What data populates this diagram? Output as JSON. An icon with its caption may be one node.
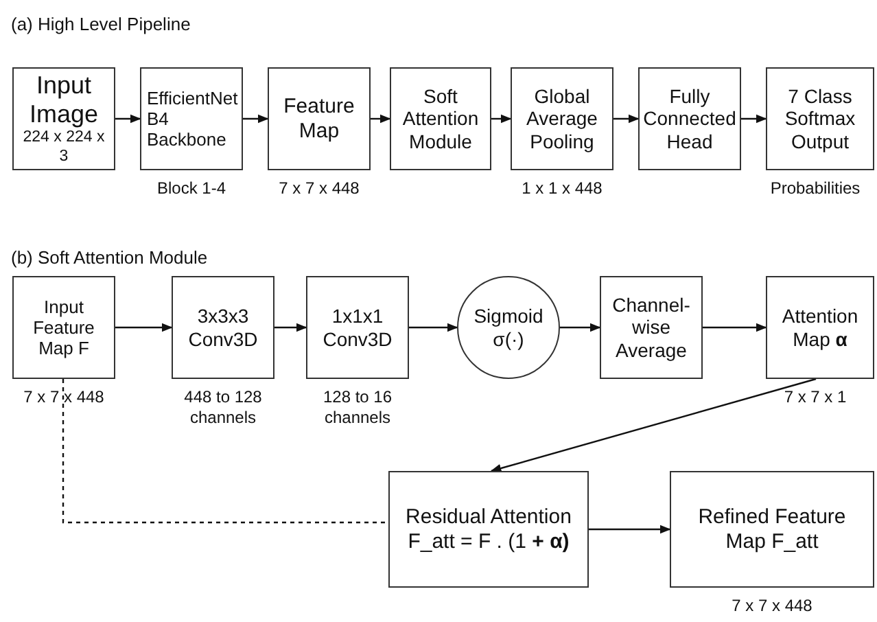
{
  "diagram": {
    "nodes": [
      {
        "text": [
          "Input Image",
          "224 x 224 x 3"
        ]
      },
      {
        "text": [
          "EfficientNet B4 Backbone"
        ],
        "beside": [
          "Block 1-4"
        ]
      },
      {
        "text": [
          "Feature Map"
        ],
        "beside": [
          "7 x 7 x 448"
        ]
      },
      {
        "text": [
          "Soft Attention Module"
        ]
      },
      {
        "text": [
          "Global Average Pooling"
        ],
        "beside": [
          "1 x 1 x 448"
        ]
      },
      {
        "text": [
          "Fully Connected Head"
        ]
      },
      {
        "text": [
          "7 Class Softmax Output"
        ],
        "beside": [
          "Probabilities"
        ]
      },
      {
        "text": [
          "Input Feature Map F"
        ],
        "beside": [
          "7 x 7 x 448"
        ]
      },
      {
        "text": [
          "3x3x3 Conv3D"
        ],
        "beside": [
          "448 to 128 channels"
        ]
      },
      {
        "text": [
          "1x1x1 Conv3D"
        ],
        "beside": [
          "128 to 16 channels"
        ]
      },
      {
        "text": [
          "Sigmoid σ(·)"
        ]
      },
      {
        "text": [
          "Channel-wise Average"
        ]
      },
      {
        "text": [
          "Attention Map **α**"
        ],
        "beside": [
          "7 x 7 x 1"
        ]
      },
      {
        "text": [
          "Residual Attention",
          "F_att = F . (1 **+ α)**"
        ]
      },
      {
        "text": [
          "Refined Feature Map F_att"
        ],
        "beside": [
          "7 x 7 x 448"
        ]
      }
    ],
    "edges": [
      {
        "from": 0,
        "to": 1,
        "arrow": "to"
      },
      {
        "from": 1,
        "to": 2,
        "arrow": "to"
      },
      {
        "from": 2,
        "to": 3,
        "arrow": "to"
      },
      {
        "from": 3,
        "to": 4,
        "arrow": "to"
      },
      {
        "from": 4,
        "to": 5,
        "arrow": "to"
      },
      {
        "from": 5,
        "to": 6,
        "arrow": "to"
      },
      {
        "from": 7,
        "to": 8,
        "arrow": "to"
      },
      {
        "from": 8,
        "to": 9,
        "arrow": "to"
      },
      {
        "from": 9,
        "to": 10,
        "arrow": "to"
      },
      {
        "from": 10,
        "to": 11,
        "arrow": "to"
      },
      {
        "from": 11,
        "to": 12,
        "arrow": "to"
      },
      {
        "from": 12,
        "to": 13,
        "arrow": "to"
      },
      {
        "from": 7,
        "to": 13,
        "arrow": "none",
        "style": "dashed"
      },
      {
        "from": 13,
        "to": 14,
        "arrow": "to"
      }
    ],
    "labels": [
      "(a) High Level Pipeline",
      "(b) Soft Attention Module"
    ]
  }
}
